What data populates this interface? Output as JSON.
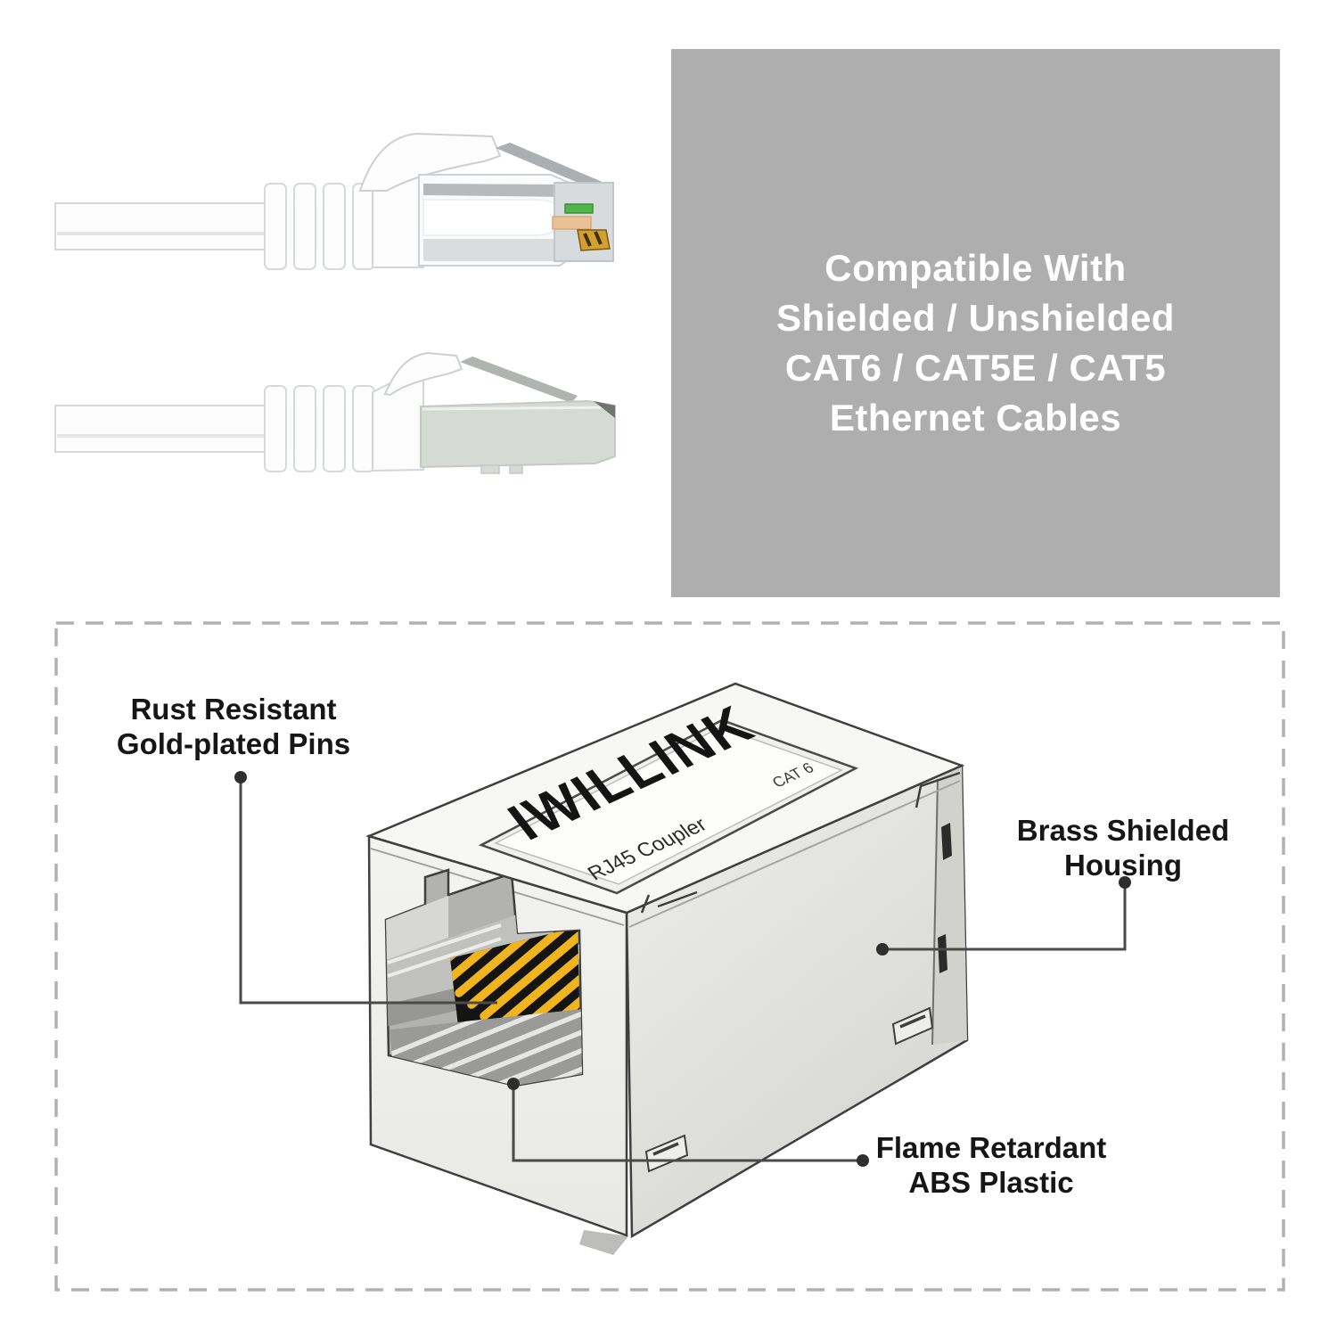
{
  "compatibility_panel": {
    "line1": "Compatible With",
    "line2": "Shielded / Unshielded",
    "line3": "CAT6 / CAT5E / CAT5",
    "line4": "Ethernet Cables",
    "bg_color": "#aeaeae",
    "text_color": "#ffffff"
  },
  "diagram": {
    "border_color": "#b1b1b1",
    "leader_line_color": "#4a4a4a",
    "callout_pins": {
      "line1": "Rust Resistant",
      "line2": "Gold-plated Pins"
    },
    "callout_housing": {
      "line1": "Brass Shielded",
      "line2": "Housing"
    },
    "callout_plastic": {
      "line1": "Flame Retardant",
      "line2": "ABS Plastic"
    },
    "coupler": {
      "brand": "IWILLINK",
      "label": "RJ45 Coupler",
      "rating": "CAT 6",
      "pin_gold_color": "#f0b41e",
      "body_color": "#f1f1ef"
    }
  },
  "illustrations": {
    "plug_top": "rj45-plug-unshielded-icon",
    "plug_bottom": "rj45-plug-shielded-icon",
    "coupler": "rj45-coupler-icon"
  }
}
